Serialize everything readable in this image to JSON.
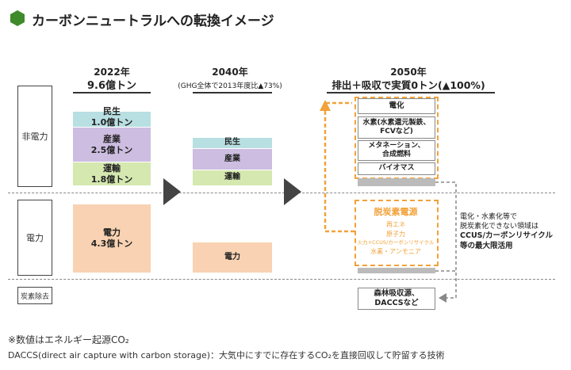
{
  "title": "カーボンニュートラルへの転換イメージ",
  "colors": {
    "accent_green": "#3f8a2a",
    "minsei": "#b8dfe2",
    "sangyo": "#cdbde0",
    "unyu": "#d5e8b0",
    "denryoku": "#f8d2b2",
    "orange": "#f2a23a",
    "gray_bar": "#bbbbbb"
  },
  "row_labels": {
    "non_power": "非電力",
    "power": "電力",
    "removal": "炭素除去"
  },
  "col2022": {
    "year": "2022年",
    "total": "9.6億トン",
    "minsei": {
      "name": "民生",
      "value": "1.0億トン"
    },
    "sangyo": {
      "name": "産業",
      "value": "2.5億トン"
    },
    "unyu": {
      "name": "運輸",
      "value": "1.8億トン"
    },
    "denryoku": {
      "name": "電力",
      "value": "4.3億トン"
    }
  },
  "col2040": {
    "year": "2040年",
    "subtitle": "(GHG全体で2013年度比▲73%)",
    "minsei": "民生",
    "sangyo": "産業",
    "unyu": "運輸",
    "denryoku": "電力"
  },
  "col2050": {
    "year": "2050年",
    "subtitle": "排出＋吸収で実質0トン(▲100%)",
    "items": {
      "denka": "電化",
      "suiso_l1": "水素(水素還元製鉄、",
      "suiso_l2": "FCVなど)",
      "metanation_l1": "メタネーション、",
      "metanation_l2": "合成燃料",
      "biomass": "バイオマス"
    },
    "decarb": {
      "title": "脱炭素電源",
      "items": [
        "再エネ",
        "原子力",
        "火力+CCUS/カーボンリサイクル",
        "水素・アンモニア"
      ]
    },
    "removal_l1": "森林吸収源、",
    "removal_l2": "DACCSなど"
  },
  "side_note": [
    "電化・水素化等で",
    "脱炭素化できない領域は",
    "CCUS/カーボンリサイクル",
    "等の最大限活用"
  ],
  "footnotes": [
    "※数値はエネルギー起源CO₂",
    "DACCS(direct air capture with carbon storage)：大気中にすでに存在するCO₂を直接回収して貯留する技術"
  ]
}
